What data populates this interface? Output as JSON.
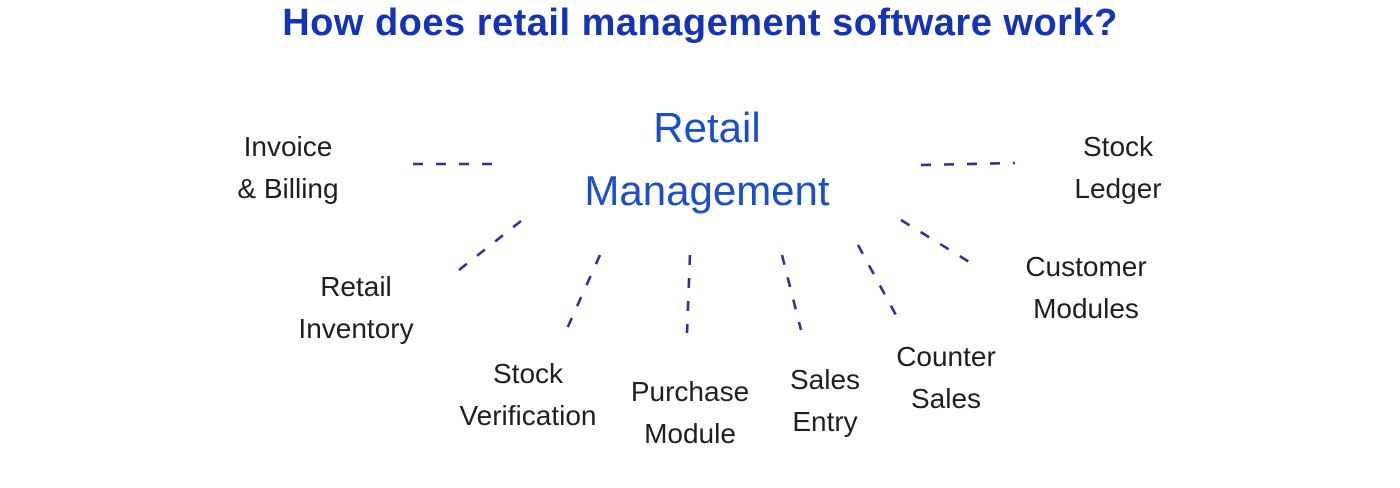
{
  "title": "How does retail management software work?",
  "colors": {
    "title-color": "#1434b5",
    "center-color": "#1b4fc8",
    "label-color": "#1f1f1f",
    "connector-color": "#3b2a9b"
  },
  "center": {
    "line1": "Retail",
    "line2": "Management"
  },
  "modules": [
    {
      "id": "invoice-billing",
      "line1": "Invoice",
      "line2": "& Billing"
    },
    {
      "id": "stock-ledger",
      "line1": "Stock",
      "line2": "Ledger"
    },
    {
      "id": "retail-inventory",
      "line1": "Retail",
      "line2": "Inventory"
    },
    {
      "id": "stock-verification",
      "line1": "Stock",
      "line2": "Verification"
    },
    {
      "id": "purchase-module",
      "line1": "Purchase",
      "line2": "Module"
    },
    {
      "id": "sales-entry",
      "line1": "Sales",
      "line2": "Entry"
    },
    {
      "id": "counter-sales",
      "line1": "Counter",
      "line2": "Sales"
    },
    {
      "id": "customer-modules",
      "line1": "Customer",
      "line2": "Modules"
    }
  ]
}
